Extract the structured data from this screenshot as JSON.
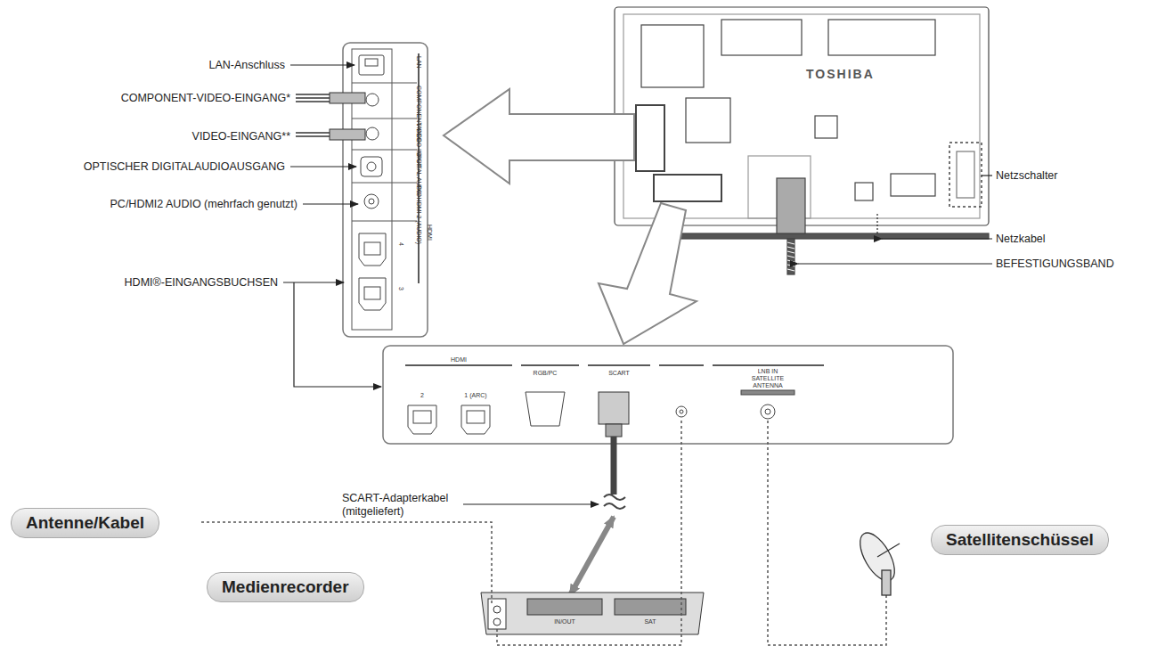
{
  "diagram": {
    "nodes": [
      {
        "text": [
          "Antenne/Kabel"
        ]
      },
      {
        "text": [
          "Medienrecorder"
        ]
      },
      {
        "text": [
          "Satellitenschüssel"
        ]
      }
    ],
    "labels": [
      "LAN-Anschluss",
      "COMPONENT-VIDEO-EINGANG*",
      "VIDEO-EINGANG**",
      "OPTISCHER DIGITALAUDIOAUSGANG",
      "PC/HDMI2 AUDIO (mehrfach genutzt)",
      "HDMI®-EINGANGSBUCHSEN",
      "TOSHIBA",
      "Netzschalter",
      "Netzkabel",
      "BEFESTIGUNGSBAND",
      "LAN",
      "COMPONENT VIDEO INPUT",
      "VIDEO",
      "DIGITAL AUDIO",
      "PC/ HDMI 2 (AUDIO)",
      "HDMI",
      "4",
      "3",
      "HDMI",
      "2",
      "1 (ARC)",
      "RGB/PC",
      "SCART",
      "LNB IN SATELLITE ANTENNA",
      "SCART-Adapterkabel (mitgeliefert)",
      "IN/OUT",
      "SAT"
    ]
  }
}
